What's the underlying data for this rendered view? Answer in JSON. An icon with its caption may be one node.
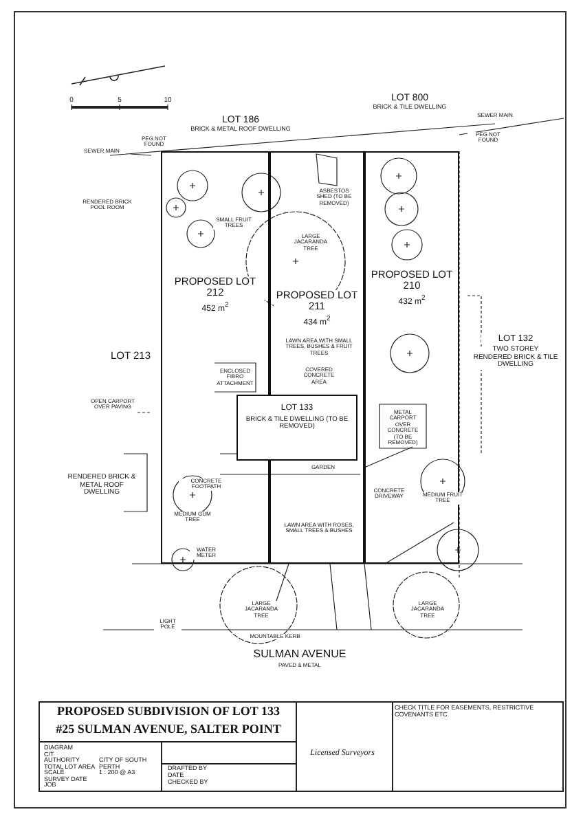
{
  "diagram": {
    "title": "PROPOSED SUBDIVISION OF LOT 133",
    "nodes": [
      {
        "text": [
          "PROPOSED LOT 212",
          "452 m$^{2}$"
        ]
      },
      {
        "text": [
          "PROPOSED LOT 211",
          "434 m$^{2}$"
        ]
      },
      {
        "text": [
          "PROPOSED LOT 210",
          "432 m$^{2}$"
        ]
      },
      {
        "text": [
          "LOT 133",
          "BRICK & TILE DWELLING (TO BE REMOVED)"
        ]
      }
    ],
    "edges": [],
    "labels": [
      "0",
      "5",
      "10",
      "LOT 186",
      "BRICK & METAL ROOF DWELLING",
      "LOT 800",
      "BRICK & TILE DWELLING",
      "SEWER MAIN",
      "SEWER MAIN",
      "PEG NOT FOUND",
      "PEG NOT FOUND",
      "LOT 213",
      "LOT 132",
      "TWO STOREY RENDERED BRICK & TILE DWELLING",
      "RENDERED BRICK & METAL ROOF DWELLING",
      "RENDERED BRICK POOL ROOM",
      "OPEN CARPORT OVER PAVING",
      "ASBESTOS SHED (TO BE REMOVED)",
      "SMALL FRUIT TREES",
      "LARGE JACARANDA TREE",
      "LAWN AREA WITH SMALL TREES, BUSHES & FRUIT TREES",
      "ENCLOSED FIBRO ATTACHMENT",
      "COVERED CONCRETE AREA",
      "METAL CARPORT OVER CONCRETE (TO BE REMOVED)",
      "GARDEN",
      "CONCRETE FOOTPATH",
      "CONCRETE DRIVEWAY",
      "MEDIUM GUM TREE",
      "MEDIUM FRUIT TREE",
      "LAWN AREA WITH ROSES, SMALL TREES & BUSHES",
      "WATER METER",
      "MOUNTABLE KERB",
      "LARGE JACARANDA TREE",
      "LARGE JACARANDA TREE",
      "SULMAN AVENUE",
      "PAVED & METAL",
      "LIGHT POLE",
      "#25 SULMAN AVENUE, SALTER POINT",
      "DIAGRAM",
      "C/T",
      "AUTHORITY",
      "CITY OF SOUTH PERTH",
      "TOTAL LOT AREA",
      "SCALE",
      "1 : 200 @ A3",
      "SURVEY DATE",
      "JOB",
      "DRAFTED BY",
      "DATE",
      "CHECKED BY",
      "Licensed Surveyors",
      "CHECK TITLE FOR EASEMENTS, RESTRICTIVE COVENANTS ETC"
    ]
  }
}
